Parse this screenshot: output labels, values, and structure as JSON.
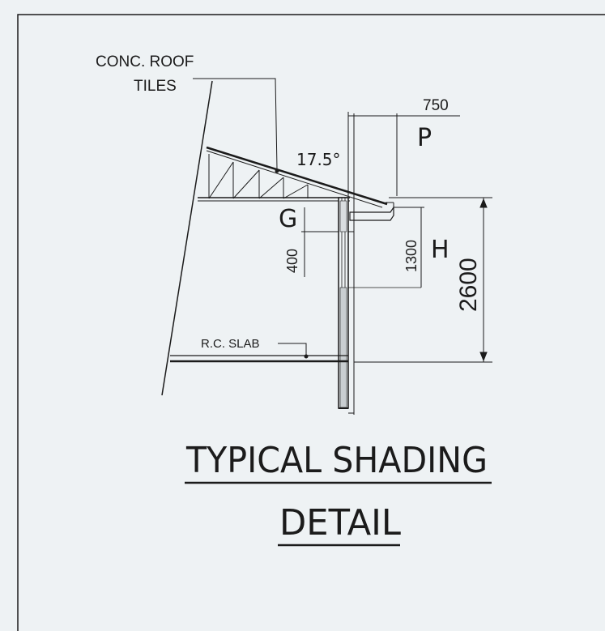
{
  "drawing": {
    "labels": {
      "roof_line1": "CONC. ROOF",
      "roof_line2": "TILES",
      "angle": "17.5°",
      "overhang_value": "750",
      "overhang_symbol": "P",
      "gap_symbol": "G",
      "gap_value": "400",
      "window_value": "1300",
      "window_symbol": "H",
      "height_value": "2600",
      "slab": "R.C. SLAB"
    },
    "title": {
      "line1": "TYPICAL SHADING",
      "line2": "DETAIL"
    }
  }
}
